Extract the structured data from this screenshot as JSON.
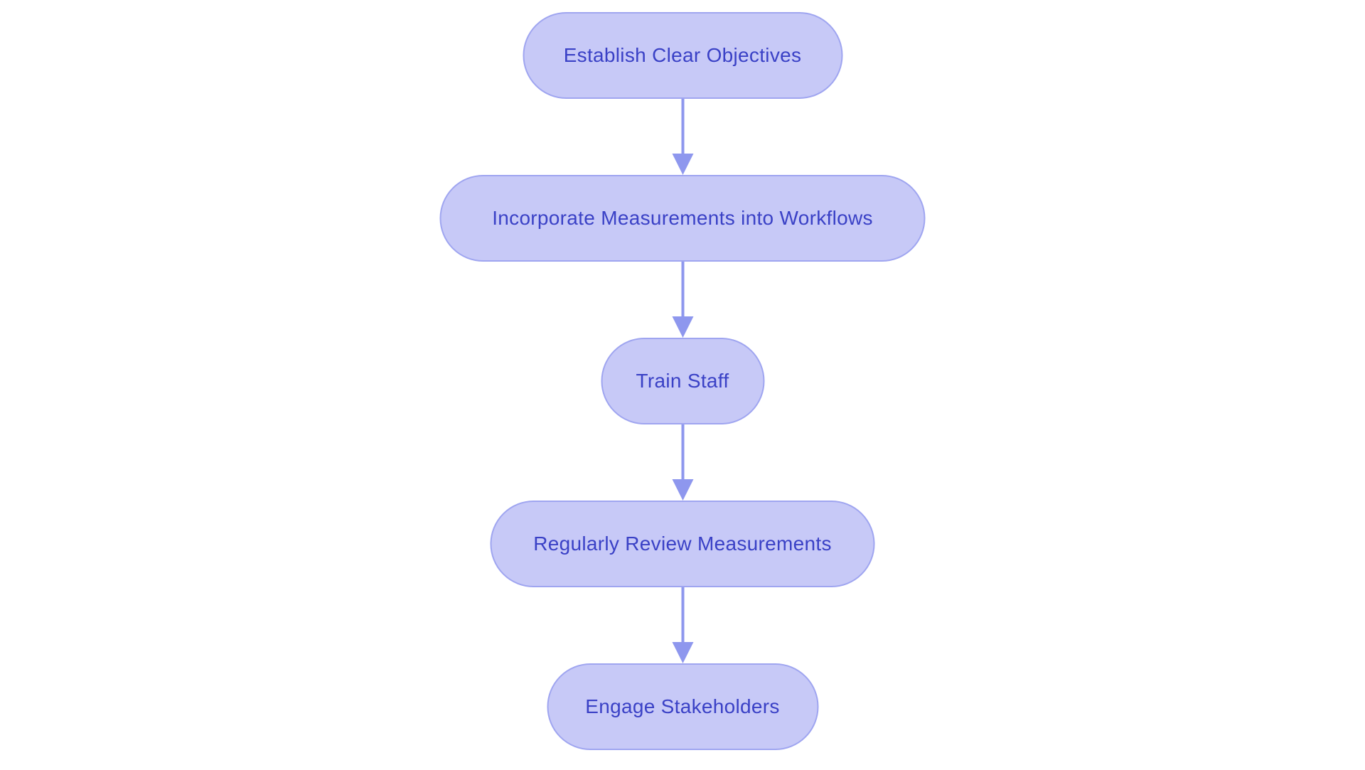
{
  "diagram": {
    "type": "flowchart",
    "direction": "top-down",
    "nodes": [
      {
        "label": "Establish Clear Objectives"
      },
      {
        "label": "Incorporate Measurements into Workflows"
      },
      {
        "label": "Train Staff"
      },
      {
        "label": "Regularly Review Measurements"
      },
      {
        "label": "Engage Stakeholders"
      }
    ],
    "edges": [
      {
        "from": 0,
        "to": 1
      },
      {
        "from": 1,
        "to": 2
      },
      {
        "from": 2,
        "to": 3
      },
      {
        "from": 3,
        "to": 4
      }
    ],
    "colors": {
      "background": "#ffffff",
      "node_fill": "#c7c9f7",
      "node_border": "#9fa5f0",
      "node_text": "#3a41c6",
      "arrow": "#8e97ee"
    }
  }
}
